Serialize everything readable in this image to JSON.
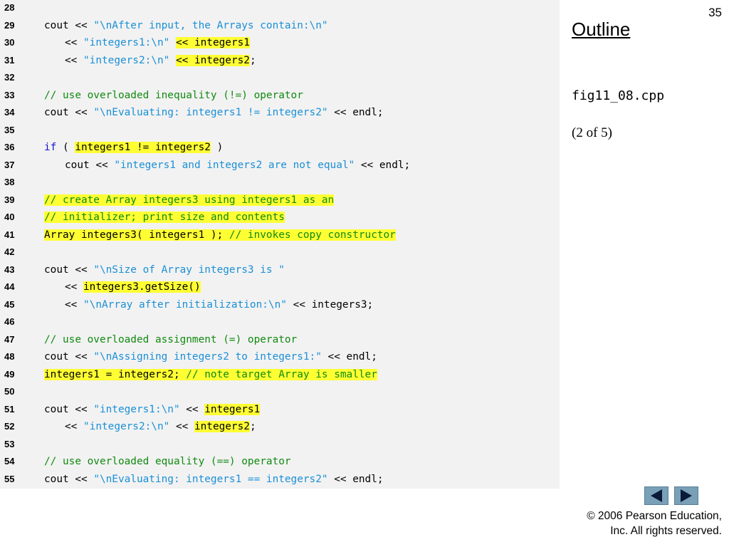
{
  "slide": {
    "page_number": "35",
    "outline_title": "Outline",
    "file_name": "fig11_08.cpp",
    "part_of": "(2 of 5)",
    "copyright_line1": "© 2006 Pearson Education,",
    "copyright_line2": "Inc.  All rights reserved."
  },
  "colors": {
    "string": "#1a8fd6",
    "comment": "#118a11",
    "keyword": "#1414d2",
    "highlight": "#ffff33",
    "panel": "#f2f2f2",
    "nav_button": "#7aa0b8"
  },
  "icons": {
    "prev": "left-arrow-icon",
    "next": "right-arrow-icon"
  },
  "code": {
    "lines": [
      {
        "num": "28",
        "indent": false,
        "tokens": []
      },
      {
        "num": "29",
        "indent": false,
        "tokens": [
          {
            "t": "cout << ",
            "c": ""
          },
          {
            "t": "\"\\nAfter input, the Arrays contain:\\n\"",
            "c": "str"
          }
        ]
      },
      {
        "num": "30",
        "indent": true,
        "tokens": [
          {
            "t": "<< ",
            "c": ""
          },
          {
            "t": "\"integers1:\\n\"",
            "c": "str"
          },
          {
            "t": " ",
            "c": ""
          },
          {
            "t": "<< integers1",
            "c": "",
            "h": true
          }
        ]
      },
      {
        "num": "31",
        "indent": true,
        "tokens": [
          {
            "t": "<< ",
            "c": ""
          },
          {
            "t": "\"integers2:\\n\"",
            "c": "str"
          },
          {
            "t": " ",
            "c": ""
          },
          {
            "t": "<< integers2",
            "c": "",
            "h": true
          },
          {
            "t": ";",
            "c": ""
          }
        ]
      },
      {
        "num": "32",
        "indent": false,
        "tokens": []
      },
      {
        "num": "33",
        "indent": false,
        "tokens": [
          {
            "t": "// use overloaded inequality (!=) operator",
            "c": "cmt"
          }
        ]
      },
      {
        "num": "34",
        "indent": false,
        "tokens": [
          {
            "t": "cout << ",
            "c": ""
          },
          {
            "t": "\"\\nEvaluating: integers1 != integers2\"",
            "c": "str"
          },
          {
            "t": " << endl;",
            "c": ""
          }
        ]
      },
      {
        "num": "35",
        "indent": false,
        "tokens": []
      },
      {
        "num": "36",
        "indent": false,
        "tokens": [
          {
            "t": "if",
            "c": "kw"
          },
          {
            "t": " ( ",
            "c": ""
          },
          {
            "t": "integers1 != integers2",
            "c": "",
            "h": true
          },
          {
            "t": " )",
            "c": ""
          }
        ]
      },
      {
        "num": "37",
        "indent": true,
        "tokens": [
          {
            "t": "cout << ",
            "c": ""
          },
          {
            "t": "\"integers1 and integers2 are not equal\"",
            "c": "str"
          },
          {
            "t": " << endl;",
            "c": ""
          }
        ]
      },
      {
        "num": "38",
        "indent": false,
        "tokens": []
      },
      {
        "num": "39",
        "indent": false,
        "tokens": [
          {
            "t": "// create Array integers3 using integers1 as an",
            "c": "cmt",
            "h": true
          }
        ]
      },
      {
        "num": "40",
        "indent": false,
        "tokens": [
          {
            "t": "// initializer; print size and contents",
            "c": "cmt",
            "h": true
          }
        ]
      },
      {
        "num": "41",
        "indent": false,
        "tokens": [
          {
            "t": "Array integers3( integers1 ); ",
            "c": "",
            "h": true
          },
          {
            "t": "// invokes copy constructor",
            "c": "cmt",
            "h": true
          }
        ]
      },
      {
        "num": "42",
        "indent": false,
        "tokens": []
      },
      {
        "num": "43",
        "indent": false,
        "tokens": [
          {
            "t": "cout << ",
            "c": ""
          },
          {
            "t": "\"\\nSize of Array integers3 is \"",
            "c": "str"
          }
        ]
      },
      {
        "num": "44",
        "indent": true,
        "tokens": [
          {
            "t": "<< ",
            "c": ""
          },
          {
            "t": "integers3.getSize()",
            "c": "",
            "h": true
          }
        ]
      },
      {
        "num": "45",
        "indent": true,
        "tokens": [
          {
            "t": "<< ",
            "c": ""
          },
          {
            "t": "\"\\nArray after initialization:\\n\"",
            "c": "str"
          },
          {
            "t": " << integers3;",
            "c": ""
          }
        ]
      },
      {
        "num": "46",
        "indent": false,
        "tokens": []
      },
      {
        "num": "47",
        "indent": false,
        "tokens": [
          {
            "t": "// use overloaded assignment (=) operator",
            "c": "cmt"
          }
        ]
      },
      {
        "num": "48",
        "indent": false,
        "tokens": [
          {
            "t": "cout << ",
            "c": ""
          },
          {
            "t": "\"\\nAssigning integers2 to integers1:\"",
            "c": "str"
          },
          {
            "t": " << endl;",
            "c": ""
          }
        ]
      },
      {
        "num": "49",
        "indent": false,
        "tokens": [
          {
            "t": "integers1 = integers2; ",
            "c": "",
            "h": true
          },
          {
            "t": "// note target Array is smaller",
            "c": "cmt",
            "h": true
          }
        ]
      },
      {
        "num": "50",
        "indent": false,
        "tokens": []
      },
      {
        "num": "51",
        "indent": false,
        "tokens": [
          {
            "t": "cout << ",
            "c": ""
          },
          {
            "t": "\"integers1:\\n\"",
            "c": "str"
          },
          {
            "t": " << ",
            "c": ""
          },
          {
            "t": "integers1",
            "c": "",
            "h": true
          }
        ]
      },
      {
        "num": "52",
        "indent": true,
        "tokens": [
          {
            "t": "<< ",
            "c": ""
          },
          {
            "t": "\"integers2:\\n\"",
            "c": "str"
          },
          {
            "t": " << ",
            "c": ""
          },
          {
            "t": "integers2",
            "c": "",
            "h": true
          },
          {
            "t": ";",
            "c": ""
          }
        ]
      },
      {
        "num": "53",
        "indent": false,
        "tokens": []
      },
      {
        "num": "54",
        "indent": false,
        "tokens": [
          {
            "t": "// use overloaded equality (==) operator",
            "c": "cmt"
          }
        ]
      },
      {
        "num": "55",
        "indent": false,
        "tokens": [
          {
            "t": "cout << ",
            "c": ""
          },
          {
            "t": "\"\\nEvaluating: integers1 == integers2\"",
            "c": "str"
          },
          {
            "t": " << endl;",
            "c": ""
          }
        ]
      }
    ]
  }
}
